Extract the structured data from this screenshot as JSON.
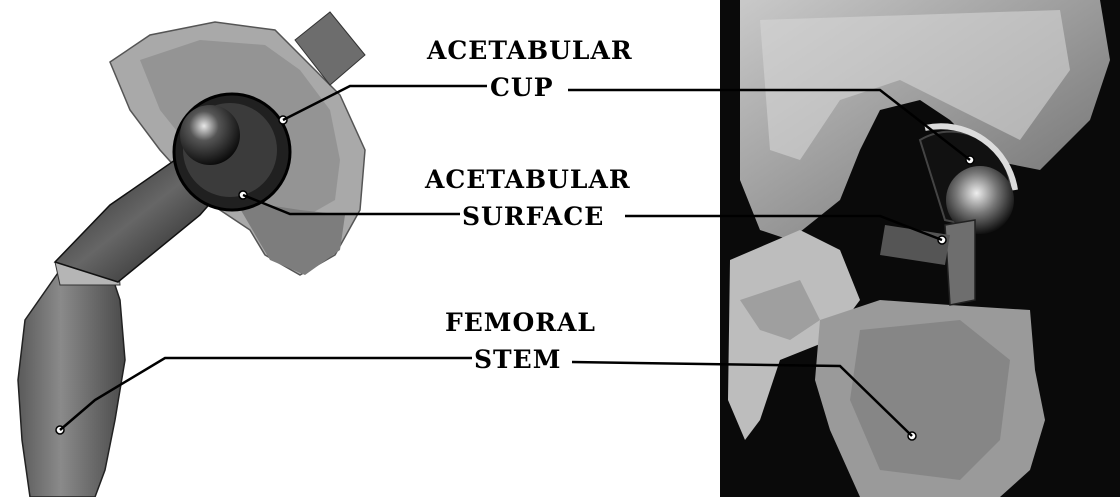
{
  "labels": {
    "acetabular_cup": {
      "line1": "ACETABULAR",
      "line2": "CUP"
    },
    "acetabular_surface": {
      "line1": "ACETABULAR",
      "line2": "SURFACE"
    },
    "femoral_stem": {
      "line1": "FEMORAL",
      "line2": "STEM"
    }
  },
  "colors": {
    "label_text": "#000000",
    "leader_line": "#000000",
    "background": "#ffffff",
    "xray_background": "#0a0a0a"
  }
}
